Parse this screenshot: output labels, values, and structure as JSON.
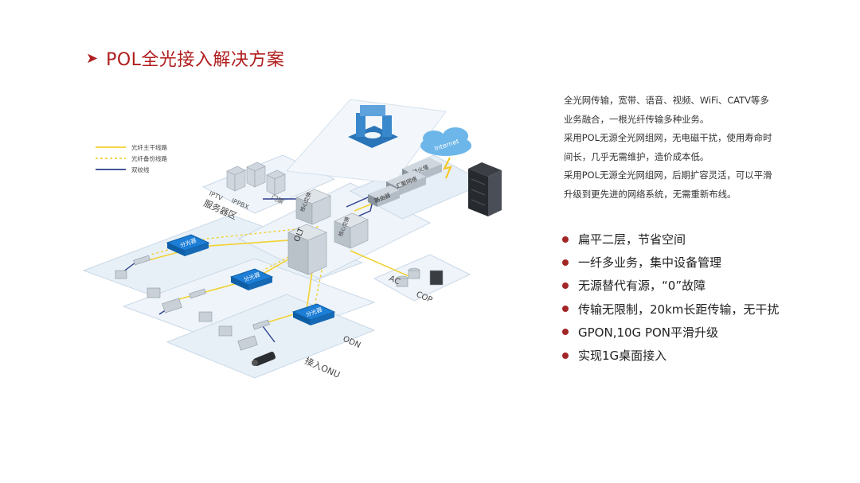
{
  "page": {
    "title": "POL全光接入解决方案"
  },
  "diagram": {
    "legend": [
      {
        "label": "光纤主干线路",
        "color": "#f2d132",
        "style": "solid"
      },
      {
        "label": "光纤备份线路",
        "color": "#f2d132",
        "style": "dashed"
      },
      {
        "label": "双绞线",
        "color": "#2b3d8c",
        "style": "solid"
      }
    ],
    "labels": {
      "service_area": "服务器区",
      "iptv": "IPTV",
      "ippbx": "IPPBX",
      "access_ctrl": "门禁",
      "internet": "Internet",
      "firewall": "防火墙",
      "core": "汇聚网络",
      "router": "路由器",
      "core_switch_a": "核心交换",
      "core_switch_b": "核心交换",
      "olt": "OLT",
      "splitter": "分光器",
      "odn": "ODN",
      "onu": "接入ONU",
      "ac": "AC",
      "cop": "COP"
    },
    "colors": {
      "fiber": "#f2d132",
      "twisted_pair": "#2b3d8c",
      "splitter": "#1d7ed6",
      "platform": "#e3ecf4"
    }
  },
  "description": [
    "全光网传输，宽带、语音、视频、WiFi、CATV等多",
    "业务融合，一根光纤传输多种业务。",
    "采用POL无源全光网组网，无电磁干扰，使用寿命时",
    "间长，几乎无需维护，造价成本低。",
    "采用POL无源全光网组网，后期扩容灵活，可以平滑",
    "升级到更先进的网络系统，无需重新布线。"
  ],
  "bullets": [
    "扁平二层，节省空间",
    "一纤多业务，集中设备管理",
    "无源替代有源，“0”故障",
    "传输无限制，20km长距传输，无干扰",
    "GPON,10G PON平滑升级",
    "实现1G桌面接入"
  ]
}
